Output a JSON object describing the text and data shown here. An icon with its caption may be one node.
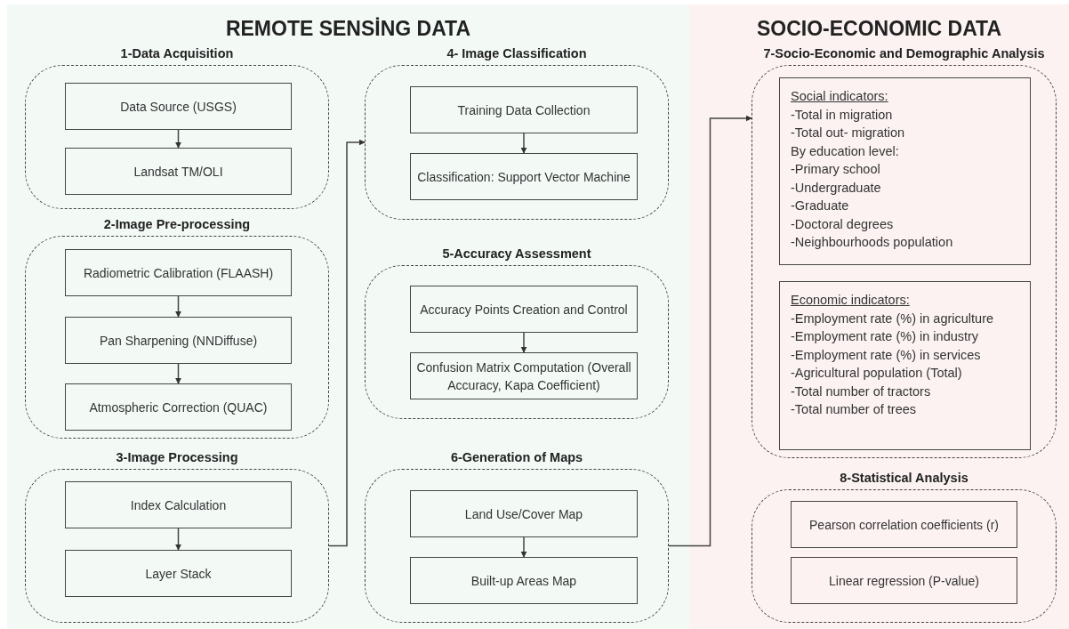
{
  "diagram": {
    "nodes": [
      {
        "text": [
          "REMOTE SENSİNG DATA"
        ]
      },
      {
        "text": [
          "1-Data Acquisition"
        ],
        "in": 0
      },
      {
        "text": [
          "Data Source (USGS)"
        ],
        "in": 1
      },
      {
        "text": [
          "Landsat TM/OLI"
        ],
        "in": 1
      },
      {
        "text": [
          "2-Image Pre-processing"
        ],
        "in": 0
      },
      {
        "text": [
          "Radiometric Calibration (FLAASH)"
        ],
        "in": 4
      },
      {
        "text": [
          "Pan Sharpening (NNDiffuse)"
        ],
        "in": 4
      },
      {
        "text": [
          "Atmospheric Correction (QUAC)"
        ],
        "in": 4
      },
      {
        "text": [
          "3-Image Processing"
        ],
        "in": 0
      },
      {
        "text": [
          "Index Calculation"
        ],
        "in": 8
      },
      {
        "text": [
          "Layer Stack"
        ],
        "in": 8
      },
      {
        "text": [
          "4- Image Classification"
        ],
        "in": 0
      },
      {
        "text": [
          "Training Data Collection"
        ],
        "in": 11
      },
      {
        "text": [
          "Classification: Support Vector Machine"
        ],
        "in": 11
      },
      {
        "text": [
          "5-Accuracy Assessment"
        ],
        "in": 0
      },
      {
        "text": [
          "Accuracy Points Creation and Control"
        ],
        "in": 14
      },
      {
        "text": [
          "Confusion Matrix Computation (Overall Accuracy, Kapa Coefficient)"
        ],
        "in": 14
      },
      {
        "text": [
          "6-Generation of Maps"
        ],
        "in": 0
      },
      {
        "text": [
          "Land Use/Cover Map"
        ],
        "in": 17
      },
      {
        "text": [
          "Built-up Areas Map"
        ],
        "in": 17
      },
      {
        "text": [
          "SOCIO-ECONOMIC DATA"
        ]
      },
      {
        "text": [
          "7-Socio-Economic and Demographic Analysis"
        ],
        "in": 20
      },
      {
        "text": [
          "Social indicators:",
          "-Total in migration",
          "-Total out- migration",
          "By education level:",
          "-Primary school",
          "-Undergraduate",
          "-Graduate",
          "-Doctoral degrees",
          "-Neighbourhoods population"
        ],
        "in": 21
      },
      {
        "text": [
          "Economic indicators:",
          "-Employment rate (%) in agriculture",
          "-Employment rate (%) in industry",
          "-Employment rate (%) in services",
          "-Agricultural population (Total)",
          "-Total number of tractors",
          "-Total number of trees"
        ],
        "in": 21
      },
      {
        "text": [
          "8-Statistical Analysis"
        ],
        "in": 20
      },
      {
        "text": [
          "Pearson correlation coefficients (r)"
        ],
        "in": 24
      },
      {
        "text": [
          "Linear regression (P-value)"
        ],
        "in": 24
      }
    ],
    "edges": [
      {
        "from": 2,
        "to": 3,
        "arrow": "to"
      },
      {
        "from": 5,
        "to": 6,
        "arrow": "to"
      },
      {
        "from": 6,
        "to": 7,
        "arrow": "to"
      },
      {
        "from": 9,
        "to": 10,
        "arrow": "to"
      },
      {
        "from": 12,
        "to": 13,
        "arrow": "to"
      },
      {
        "from": 15,
        "to": 16,
        "arrow": "to"
      },
      {
        "from": 18,
        "to": 19,
        "arrow": "to"
      },
      {
        "from": 8,
        "to": 11,
        "arrow": "to"
      },
      {
        "from": 17,
        "to": 21,
        "arrow": "to"
      }
    ]
  }
}
